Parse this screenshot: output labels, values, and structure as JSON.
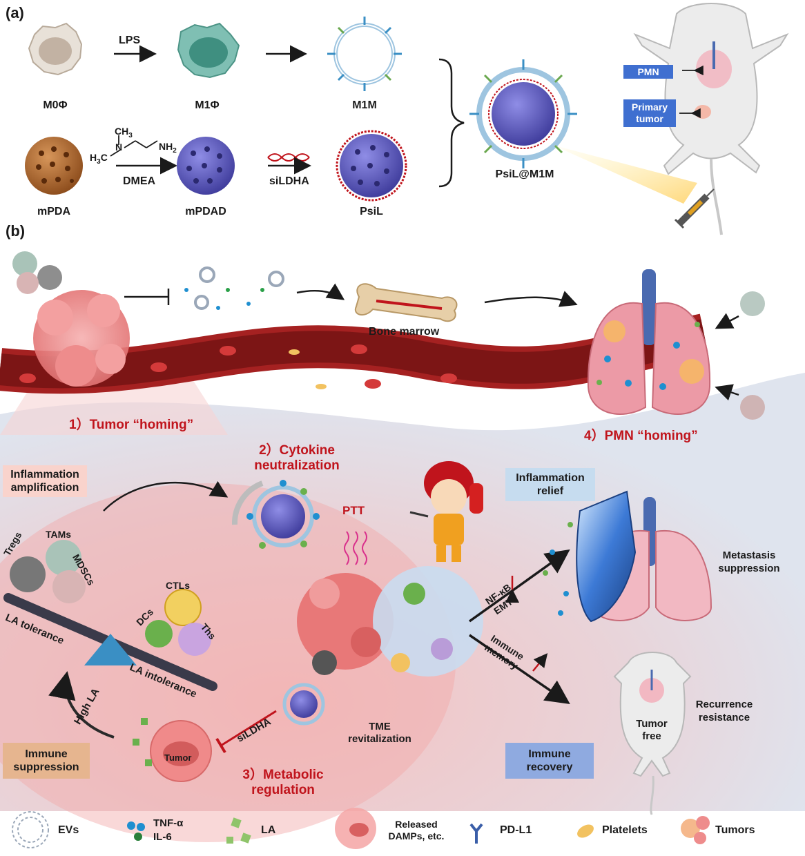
{
  "panel_a": {
    "label": "(a)",
    "lps": "LPS",
    "m0": "M0Φ",
    "m1": "M1Φ",
    "m1m": "M1M",
    "mpda": "mPDA",
    "mpdad": "mPDAD",
    "psil": "PsiL",
    "dmea": "DMEA",
    "sildha": "siLDHA",
    "product": "PsiL@M1M",
    "chem_ch3": "CH",
    "chem_3": "3",
    "chem_n": "N",
    "chem_h3c": "H",
    "chem_h3c_sub": "3",
    "chem_c": "C",
    "chem_nh2": "NH",
    "chem_nh2_sub": "2",
    "pmn": "PMN",
    "primary_tumor": "Primary\ntumor"
  },
  "panel_b": {
    "label": "(b)",
    "bone_marrow": "Bone marrow",
    "step1": "1）Tumor “homing”",
    "step2": "2）Cytokine\nneutralization",
    "step3": "3）Metabolic\nregulation",
    "step4": "4）PMN “homing”",
    "inflammation_amplification": "Inflammation\namplification",
    "inflammation_relief": "Inflammation\nrelief",
    "immune_suppression": "Immune\nsuppression",
    "immune_recovery": "Immune\nrecovery",
    "ptt": "PTT",
    "tams": "TAMs",
    "tregs": "Tregs",
    "mdscs": "MDSCs",
    "ctls": "CTLs",
    "dcs": "DCs",
    "ths": "Ths",
    "la_tolerance": "LA tolerance",
    "la_intolerance": "LA intolerance",
    "high_la": "High LA",
    "tumor": "Tumor",
    "sildha": "siLDHA",
    "tme": "TME\nrevitalization",
    "nfkb": "NF-κB",
    "emt": "EMT",
    "immune_memory": "Immune\nmemory",
    "metastasis": "Metastasis\nsuppression",
    "recurrence": "Recurrence\nresistance",
    "tumor_free": "Tumor\nfree"
  },
  "legend": {
    "evs": "EVs",
    "tnf": "TNF-α",
    "il6": "IL-6",
    "la": "LA",
    "damps": "Released\nDAMPs, etc.",
    "pdl1": "PD-L1",
    "platelets": "Platelets",
    "tumors": "Tumors"
  },
  "colors": {
    "accent_red": "#c0141c",
    "box_pink": "#f9d3cc",
    "box_blue": "#c6dcef",
    "box_orange": "#e6b58f",
    "box_navy": "#3f6fd0",
    "nanoparticle": "#5a57b8",
    "vessel": "#8a1b1b"
  }
}
